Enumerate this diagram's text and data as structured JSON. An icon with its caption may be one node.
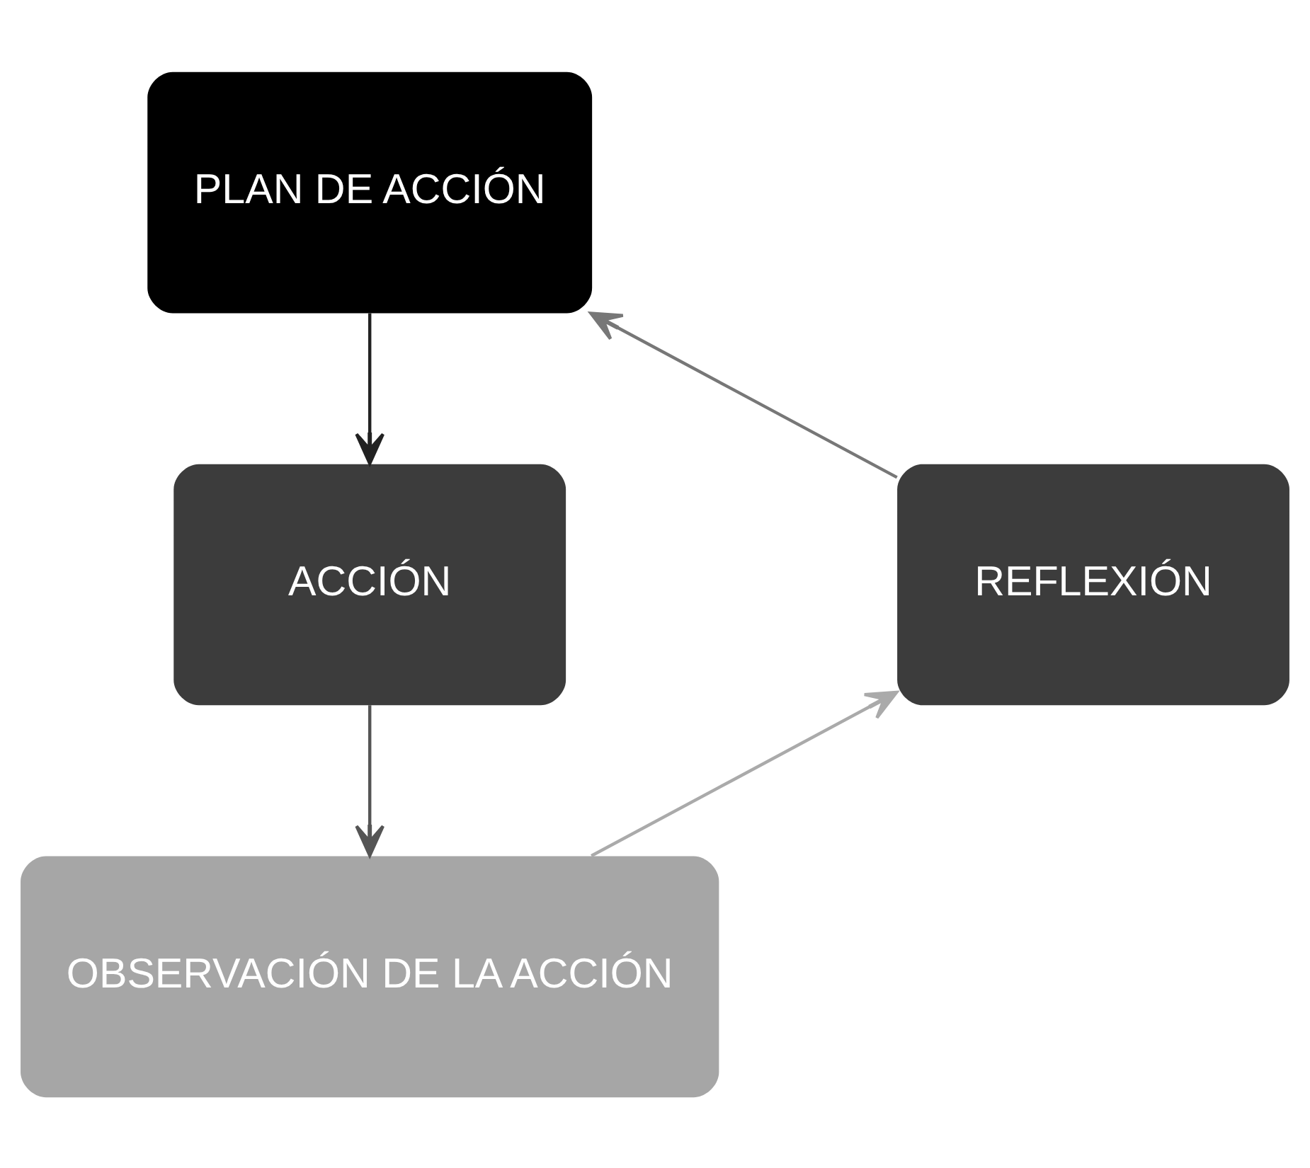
{
  "diagram": {
    "nodes": [
      {
        "text": [
          "PLAN DE ACCIÓN"
        ]
      },
      {
        "text": [
          "ACCIÓN"
        ]
      },
      {
        "text": [
          "OBSERVACIÓN DE LA ACCIÓN"
        ]
      },
      {
        "text": [
          "REFLEXIÓN"
        ]
      }
    ],
    "edges": [
      {
        "from": 0,
        "to": 1,
        "arrow": "to",
        "color": "#222222"
      },
      {
        "from": 1,
        "to": 2,
        "arrow": "to",
        "color": "#555555"
      },
      {
        "from": 2,
        "to": 3,
        "arrow": "to",
        "color": "#aaaaaa"
      },
      {
        "from": 3,
        "to": 0,
        "arrow": "to",
        "color": "#777777"
      }
    ]
  }
}
